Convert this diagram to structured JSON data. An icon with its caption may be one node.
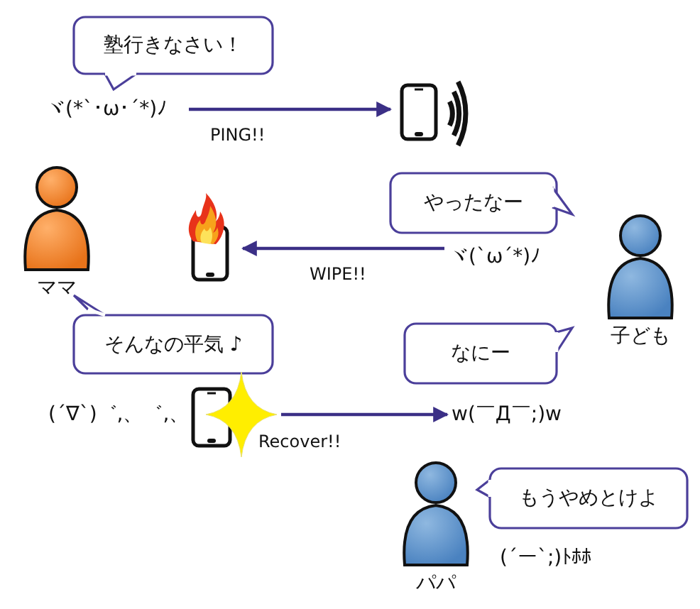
{
  "diagram": {
    "nodes": [
      {
        "text": [
          "塾行きなさい！"
        ]
      },
      {
        "text": [
          "ヾ(*`･ω･´*)ﾉ"
        ]
      },
      {
        "text": [],
        "shape": "phone"
      },
      {
        "text": [
          "ママ"
        ]
      },
      {
        "text": [],
        "shape": "phone"
      },
      {
        "text": [
          "やったなー"
        ]
      },
      {
        "text": [
          "ヾ(`ω´*)ﾉ"
        ]
      },
      {
        "text": [
          "子ども"
        ]
      },
      {
        "text": [
          "そんなの平気 ♪"
        ]
      },
      {
        "text": [
          "なにー"
        ]
      },
      {
        "text": [],
        "shape": "phone"
      },
      {
        "text": [
          "w(￣Д￣;)w"
        ]
      },
      {
        "text": [
          "パパ"
        ]
      },
      {
        "text": [
          "もうやめとけよ"
        ]
      }
    ],
    "edges": [
      {
        "from": 1,
        "to": 2,
        "arrow": "to",
        "label": "PING!!"
      },
      {
        "from": 6,
        "to": 4,
        "arrow": "to",
        "label": "WIPE!!"
      },
      {
        "from": 10,
        "to": 11,
        "arrow": "to",
        "label": "Recover!!"
      }
    ],
    "labels": [
      "(´∇`)゛,、゛,、",
      "(´ー`;)ﾄﾎﾎ"
    ]
  }
}
